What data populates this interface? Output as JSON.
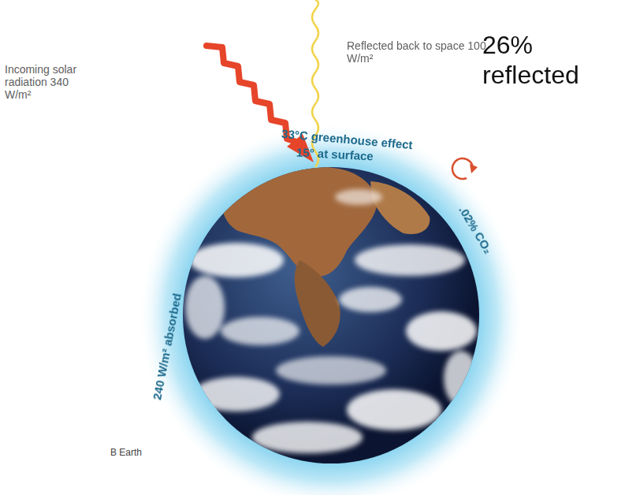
{
  "diagram": {
    "labels": [
      "Incoming solar radiation 340 W/m²",
      "Reflected back to space 100 W/m²",
      "26% reflected",
      "33°C greenhouse effect",
      "15° at surface",
      "240 W/m² absorbed",
      ".02% CO₂",
      "B Earth"
    ]
  }
}
